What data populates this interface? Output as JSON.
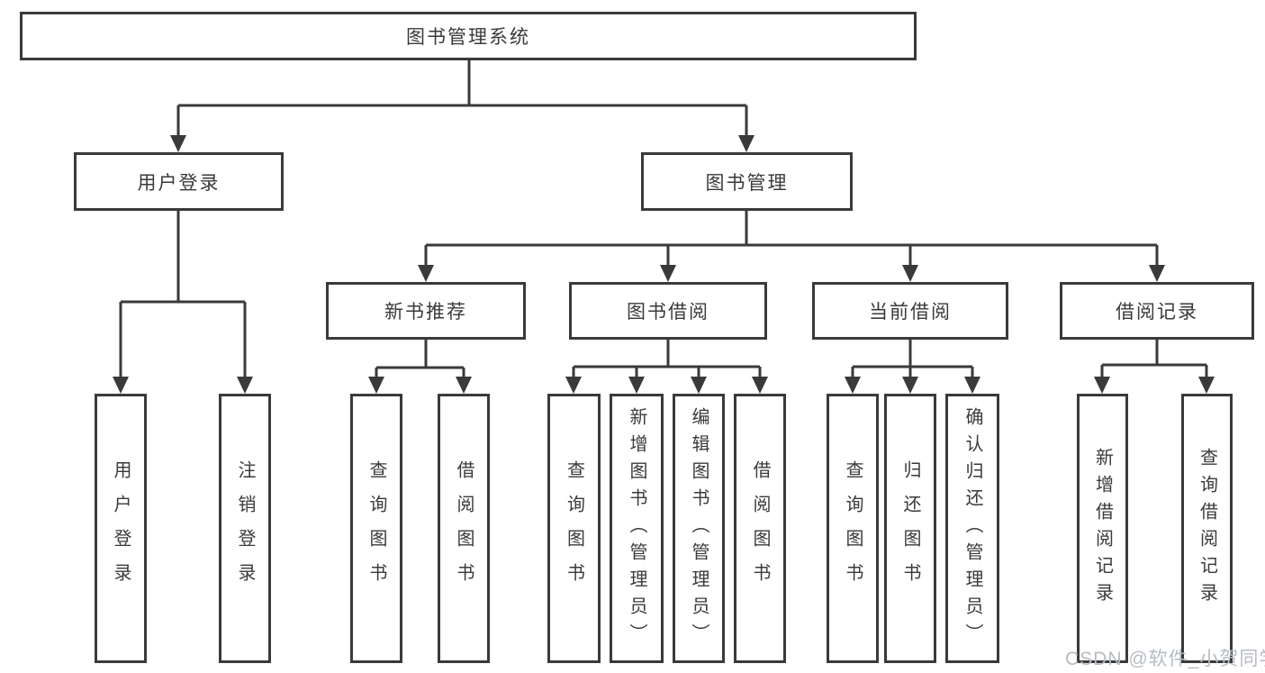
{
  "diagram": {
    "root": {
      "label": "图书管理系统"
    },
    "branches": [
      {
        "label": "用户登录",
        "children": [
          {
            "label": "用户登录"
          },
          {
            "label": "注销登录"
          }
        ]
      },
      {
        "label": "图书管理",
        "children": [
          {
            "label": "新书推荐",
            "children": [
              {
                "label": "查询图书"
              },
              {
                "label": "借阅图书"
              }
            ]
          },
          {
            "label": "图书借阅",
            "children": [
              {
                "label": "查询图书"
              },
              {
                "label": "新增图书（管理员）"
              },
              {
                "label": "编辑图书（管理员）"
              },
              {
                "label": "借阅图书"
              }
            ]
          },
          {
            "label": "当前借阅",
            "children": [
              {
                "label": "查询图书"
              },
              {
                "label": "归还图书"
              },
              {
                "label": "确认归还（管理员）"
              }
            ]
          },
          {
            "label": "借阅记录",
            "children": [
              {
                "label": "新增借阅记录"
              },
              {
                "label": "查询借阅记录"
              }
            ]
          }
        ]
      }
    ]
  },
  "watermark": {
    "text": "CSDN @软件_小贺同学"
  },
  "colors": {
    "line": "#3a3a3a",
    "text": "#3a3a3a",
    "watermark": "#b7bcc3",
    "background": "#ffffff"
  }
}
